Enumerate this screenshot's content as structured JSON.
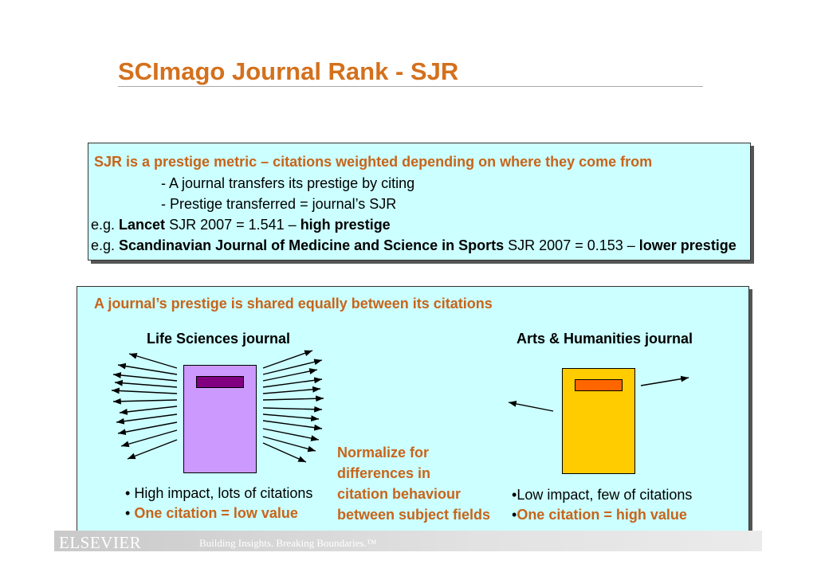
{
  "slide": {
    "title": "SCImago Journal Rank - SJR",
    "box1": {
      "heading": "SJR is a prestige metric – citations weighted depending on where they come from",
      "bullet1": "- A journal transfers its prestige by citing",
      "bullet2": "- Prestige transferred = journal’s SJR",
      "ex1_prefix": "e.g. ",
      "ex1_name": "Lancet",
      "ex1_value": " SJR 2007 = 1.541 – ",
      "ex1_verdict": "high prestige",
      "ex2_prefix": "e.g. ",
      "ex2_name": "Scandinavian Journal of Medicine and Science in Sports",
      "ex2_value": " SJR 2007 = 0.153 – ",
      "ex2_verdict": "lower prestige"
    },
    "box2": {
      "heading": "A journal’s prestige is shared equally between its citations",
      "left_label": "Life Sciences journal",
      "right_label": "Arts & Humanities journal",
      "left_point1": "High impact, lots of citations",
      "left_point2": "One citation = low value",
      "middle_line1": "Normalize for",
      "middle_line2": "differences in",
      "middle_line3": "citation behaviour",
      "middle_line4": "between subject fields",
      "right_point1": "Low impact, few of citations",
      "right_point2": "One citation = high value",
      "bullet_char": "•"
    },
    "footer": {
      "logo": "ELSEVIER",
      "tagline": "Building Insights. Breaking Boundaries.™"
    },
    "colors": {
      "title": "#d4701c",
      "box_bg": "#ccffff",
      "left_book": "#cc99ff",
      "left_book_label": "#800080",
      "right_book": "#ffcc00",
      "right_book_label": "#ff6600"
    }
  }
}
